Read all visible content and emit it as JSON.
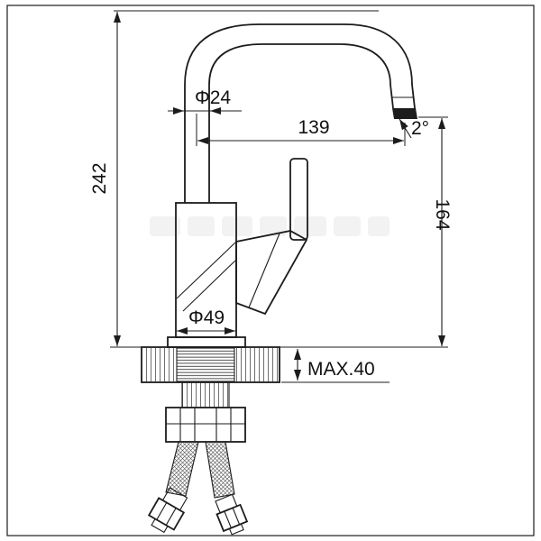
{
  "drawing": {
    "labels": {
      "spout_diameter": "Φ24",
      "horizontal_reach": "139",
      "spout_angle": "2°",
      "overall_height": "242",
      "outlet_height": "164",
      "body_diameter": "Φ49",
      "max_mounting_thickness": "MAX.40"
    },
    "colors": {
      "line": "#1c1c1c",
      "background": "#ffffff",
      "watermark": "#ebebeb"
    }
  }
}
